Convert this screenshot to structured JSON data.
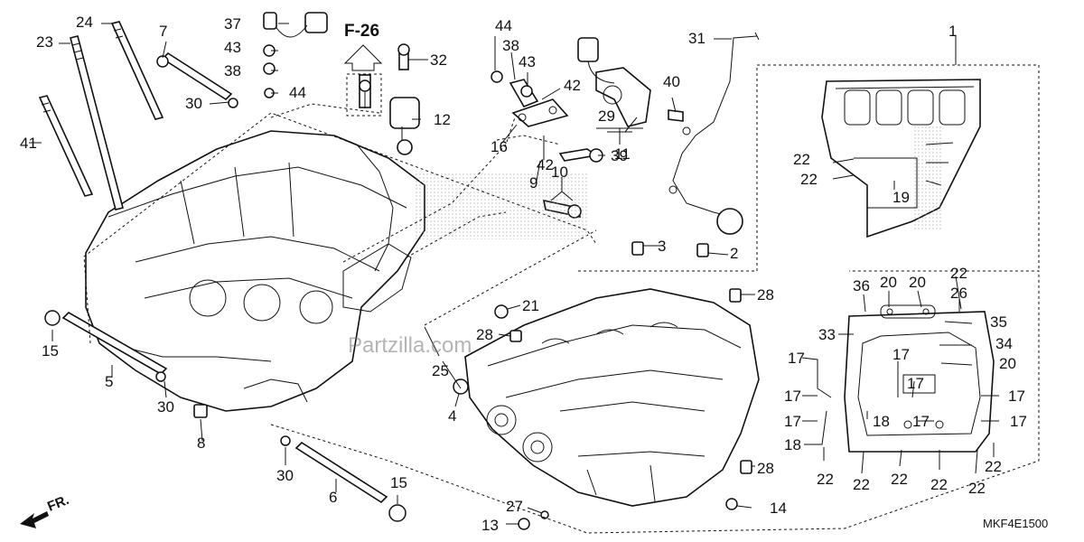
{
  "diagram": {
    "section_ref": "F-26",
    "front_label": "FR.",
    "drawing_code": "MKF4E1500",
    "watermark": "Partzilla.com",
    "callouts": [
      {
        "id": "c1",
        "text": "1"
      },
      {
        "id": "c2",
        "text": "2"
      },
      {
        "id": "c3",
        "text": "3"
      },
      {
        "id": "c4",
        "text": "4"
      },
      {
        "id": "c5",
        "text": "5"
      },
      {
        "id": "c6",
        "text": "6"
      },
      {
        "id": "c7",
        "text": "7"
      },
      {
        "id": "c8",
        "text": "8"
      },
      {
        "id": "c9",
        "text": "9"
      },
      {
        "id": "c10",
        "text": "10"
      },
      {
        "id": "c11",
        "text": "11"
      },
      {
        "id": "c12",
        "text": "12"
      },
      {
        "id": "c13",
        "text": "13"
      },
      {
        "id": "c14",
        "text": "14"
      },
      {
        "id": "c15a",
        "text": "15"
      },
      {
        "id": "c15b",
        "text": "15"
      },
      {
        "id": "c16",
        "text": "16"
      },
      {
        "id": "c17a",
        "text": "17"
      },
      {
        "id": "c17b",
        "text": "17"
      },
      {
        "id": "c17c",
        "text": "17"
      },
      {
        "id": "c17d",
        "text": "17"
      },
      {
        "id": "c17e",
        "text": "17"
      },
      {
        "id": "c17f",
        "text": "17"
      },
      {
        "id": "c17g",
        "text": "17"
      },
      {
        "id": "c17h",
        "text": "17"
      },
      {
        "id": "c18a",
        "text": "18"
      },
      {
        "id": "c18b",
        "text": "18"
      },
      {
        "id": "c19",
        "text": "19"
      },
      {
        "id": "c20a",
        "text": "20"
      },
      {
        "id": "c20b",
        "text": "20"
      },
      {
        "id": "c20c",
        "text": "20"
      },
      {
        "id": "c21",
        "text": "21"
      },
      {
        "id": "c22a",
        "text": "22"
      },
      {
        "id": "c22b",
        "text": "22"
      },
      {
        "id": "c22c",
        "text": "22"
      },
      {
        "id": "c22d",
        "text": "22"
      },
      {
        "id": "c22e",
        "text": "22"
      },
      {
        "id": "c22f",
        "text": "22"
      },
      {
        "id": "c22g",
        "text": "22"
      },
      {
        "id": "c22h",
        "text": "22"
      },
      {
        "id": "c22i",
        "text": "22"
      },
      {
        "id": "c23",
        "text": "23"
      },
      {
        "id": "c24",
        "text": "24"
      },
      {
        "id": "c25",
        "text": "25"
      },
      {
        "id": "c26",
        "text": "26"
      },
      {
        "id": "c27",
        "text": "27"
      },
      {
        "id": "c28a",
        "text": "28"
      },
      {
        "id": "c28b",
        "text": "28"
      },
      {
        "id": "c28c",
        "text": "28"
      },
      {
        "id": "c29",
        "text": "29"
      },
      {
        "id": "c30a",
        "text": "30"
      },
      {
        "id": "c30b",
        "text": "30"
      },
      {
        "id": "c30c",
        "text": "30"
      },
      {
        "id": "c31",
        "text": "31"
      },
      {
        "id": "c32",
        "text": "32"
      },
      {
        "id": "c33",
        "text": "33"
      },
      {
        "id": "c34",
        "text": "34"
      },
      {
        "id": "c35",
        "text": "35"
      },
      {
        "id": "c36",
        "text": "36"
      },
      {
        "id": "c37",
        "text": "37"
      },
      {
        "id": "c38a",
        "text": "38"
      },
      {
        "id": "c38b",
        "text": "38"
      },
      {
        "id": "c39",
        "text": "39"
      },
      {
        "id": "c40",
        "text": "40"
      },
      {
        "id": "c41",
        "text": "41"
      },
      {
        "id": "c42a",
        "text": "42"
      },
      {
        "id": "c42b",
        "text": "42"
      },
      {
        "id": "c43a",
        "text": "43"
      },
      {
        "id": "c43b",
        "text": "43"
      },
      {
        "id": "c44a",
        "text": "44"
      },
      {
        "id": "c44b",
        "text": "44"
      }
    ]
  }
}
